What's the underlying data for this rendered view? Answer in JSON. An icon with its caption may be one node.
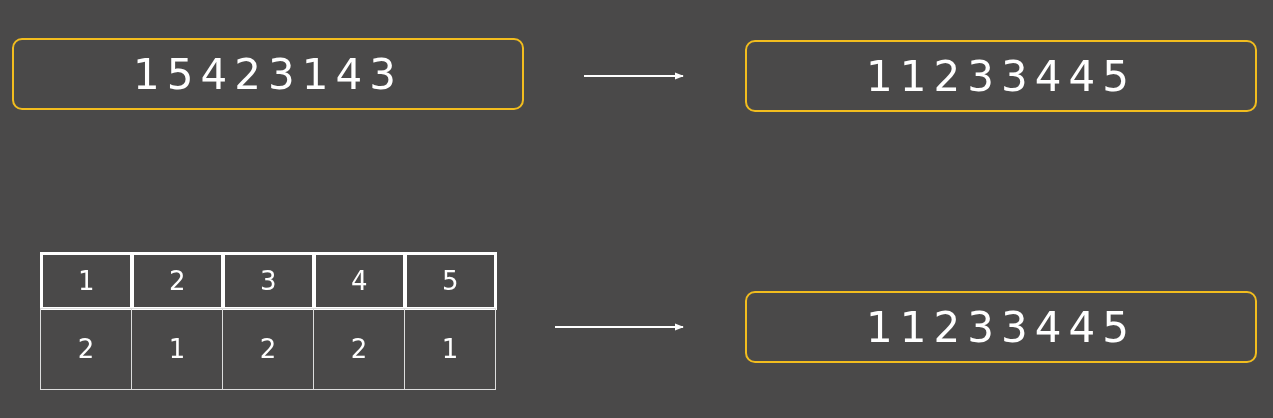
{
  "diagram": {
    "nodes": [
      {
        "text": [
          "15423143"
        ]
      },
      {
        "text": [
          "11233445"
        ]
      },
      {
        "text": [],
        "shape": "box"
      },
      {
        "text": [
          "11233445"
        ]
      }
    ],
    "edges": [
      {
        "from": 0,
        "to": 1,
        "arrow": "to"
      },
      {
        "from": 2,
        "to": 3,
        "arrow": "to"
      }
    ],
    "labels": [
      "1",
      "2",
      "3",
      "4",
      "5",
      "2",
      "1",
      "2",
      "2",
      "1"
    ]
  }
}
